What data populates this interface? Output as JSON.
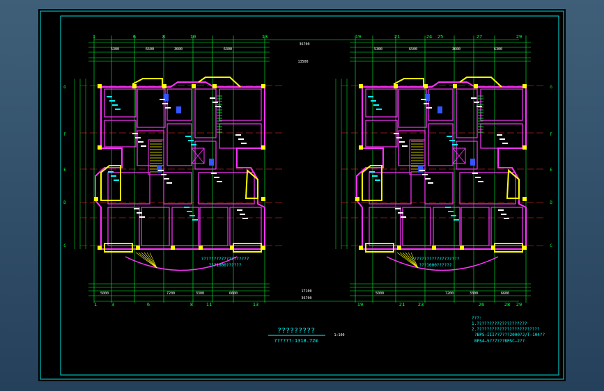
{
  "drawing": {
    "title": "?????????",
    "scale": "1:100",
    "area": "??????:1318.72m",
    "curve_note_left": "???????????????????",
    "curve_note_right": "???????????????????",
    "curve_sub_left": "???1000??????",
    "curve_sub_right": "???1000??????"
  },
  "axes": {
    "top_left": [
      "1",
      "6",
      "8",
      "10",
      "13"
    ],
    "top_right": [
      "19",
      "21",
      "24",
      "25",
      "27",
      "29"
    ],
    "bottom_left": [
      "1",
      "3",
      "6",
      "8",
      "11",
      "13"
    ],
    "bottom_right": [
      "19",
      "21",
      "23",
      "26",
      "28",
      "29"
    ],
    "left_rows": [
      "G",
      "F",
      "E",
      "D",
      "C"
    ],
    "right_rows": [
      "G",
      "F",
      "E",
      "D",
      "C"
    ]
  },
  "dims": {
    "top_total": "36700",
    "top_wing": "13500",
    "top_left_row": [
      "5300",
      "6500",
      "3600",
      "6300"
    ],
    "top_right_row": [
      "5300",
      "6500",
      "3600",
      "6300"
    ],
    "bottom_total": "36700",
    "bottom_wing": "17100",
    "bottom_left_row": [
      "5000",
      "7200",
      "3300",
      "6600"
    ],
    "bottom_right_row": [
      "5000",
      "7200",
      "3300",
      "6600"
    ]
  },
  "notes": {
    "label": "???:",
    "line1": "1.????????????????????",
    "line2": "2.?????????????????????????",
    "line3": "?BPS—III??7???2000?J/T—104??",
    "line4": "BPS4—5??7???BPSC—2??"
  },
  "colors": {
    "background": "#000000",
    "axis": "#00ff33",
    "wall": "#ff33ff",
    "column": "#ffff00",
    "red_line": "#ff3333",
    "text": "#00ffff",
    "white": "#ffffff",
    "blue": "#3355ff"
  }
}
